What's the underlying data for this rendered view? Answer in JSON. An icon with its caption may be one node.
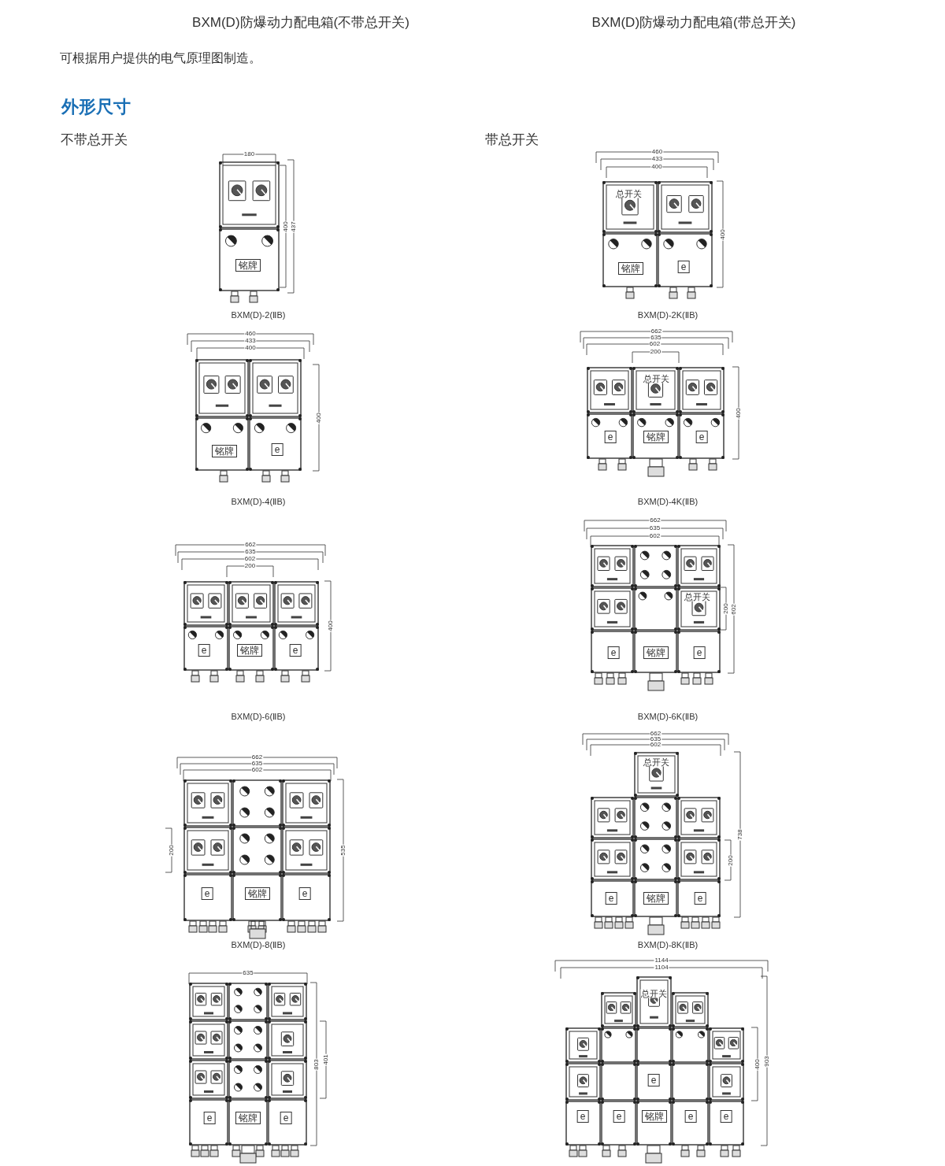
{
  "diagram": {
    "labels": [
      "BXM(D)防爆动力配电箱(不带总开关)",
      "BXM(D)防爆动力配电箱(带总开关)",
      "可根据用户提供的电气原理图制造。",
      "外形尺寸",
      "不带总开关",
      "带总开关",
      "180",
      "400",
      "437",
      "铭牌",
      "BXM(D)-2(ⅡB)",
      "460",
      "433",
      "400",
      "400",
      "总开关",
      "铭牌",
      "e",
      "BXM(D)-2K(ⅡB)",
      "460",
      "433",
      "400",
      "400",
      "铭牌",
      "e",
      "BXM(D)-4(ⅡB)",
      "662",
      "635",
      "602",
      "200",
      "400",
      "总开关",
      "e",
      "铭牌",
      "e",
      "BXM(D)-4K(ⅡB)",
      "662",
      "635",
      "602",
      "200",
      "400",
      "e",
      "铭牌",
      "e",
      "BXM(D)-6(ⅡB)",
      "662",
      "635",
      "602",
      "200",
      "602",
      "总开关",
      "e",
      "铭牌",
      "e",
      "BXM(D)-6K(ⅡB)",
      "662",
      "635",
      "602",
      "200",
      "535",
      "e",
      "铭牌",
      "e",
      "BXM(D)-8(ⅡB)",
      "662",
      "635",
      "602",
      "200",
      "738",
      "总开关",
      "e",
      "铭牌",
      "e",
      "BXM(D)-8K(ⅡB)",
      "635",
      "803",
      "401",
      "e",
      "铭牌",
      "e",
      "1144",
      "1104",
      "400",
      "903",
      "总开关",
      "e",
      "e",
      "e",
      "铭牌",
      "e",
      "e"
    ]
  }
}
